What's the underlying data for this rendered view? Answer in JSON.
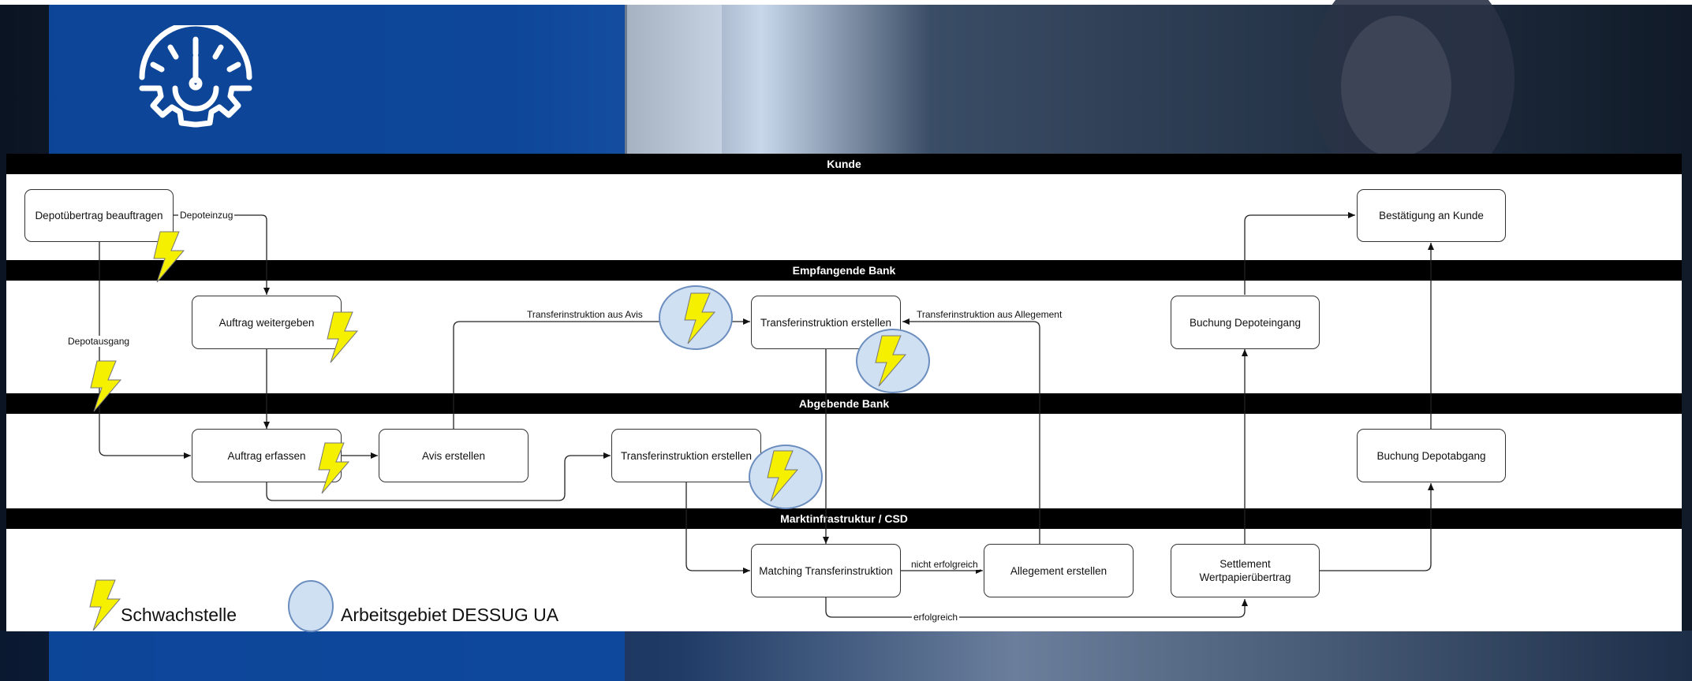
{
  "lanes": {
    "customer": "Kunde",
    "receiving_bank": "Empfangende Bank",
    "delivering_bank": "Abgebende Bank",
    "market_infra": "Marktinfrastruktur / CSD"
  },
  "nodes": {
    "depot_transfer_order": "Depotübertrag beauftragen",
    "confirmation": "Bestätigung an Kunde",
    "forward_order": "Auftrag weitergeben",
    "transfer_instruction_receiving": "Transferinstruktion erstellen",
    "booking_inflow": "Buchung Depoteingang",
    "capture_order": "Auftrag erfassen",
    "create_avis": "Avis erstellen",
    "transfer_instruction_delivering": "Transferinstruktion erstellen",
    "booking_outflow": "Buchung Depotabgang",
    "matching": "Matching Transferinstruktion",
    "allegement": "Allegement erstellen",
    "settlement": "Settlement Wertpapierübertrag"
  },
  "edge_labels": {
    "depoteinzug": "Depoteinzug",
    "depotausgang": "Depotausgang",
    "from_avis": "Transferinstruktion aus Avis",
    "from_allegement": "Transferinstruktion aus Allegement",
    "not_successful": "nicht erfolgreich",
    "successful": "erfolgreich"
  },
  "legend": {
    "weak_point": "Schwachstelle",
    "work_area": "Arbeitsgebiet DESSUG UA"
  },
  "colors": {
    "lane_bar": "#000000",
    "banner_blue": "#0d4aa2",
    "bolt_fill": "#f5ef00",
    "circle_fill": "#cfe0f2",
    "circle_stroke": "#6c8ebf"
  },
  "icons": {
    "header": "gauge-gear-icon",
    "weak_point": "lightning-bolt-icon",
    "work_area": "work-area-circle"
  }
}
